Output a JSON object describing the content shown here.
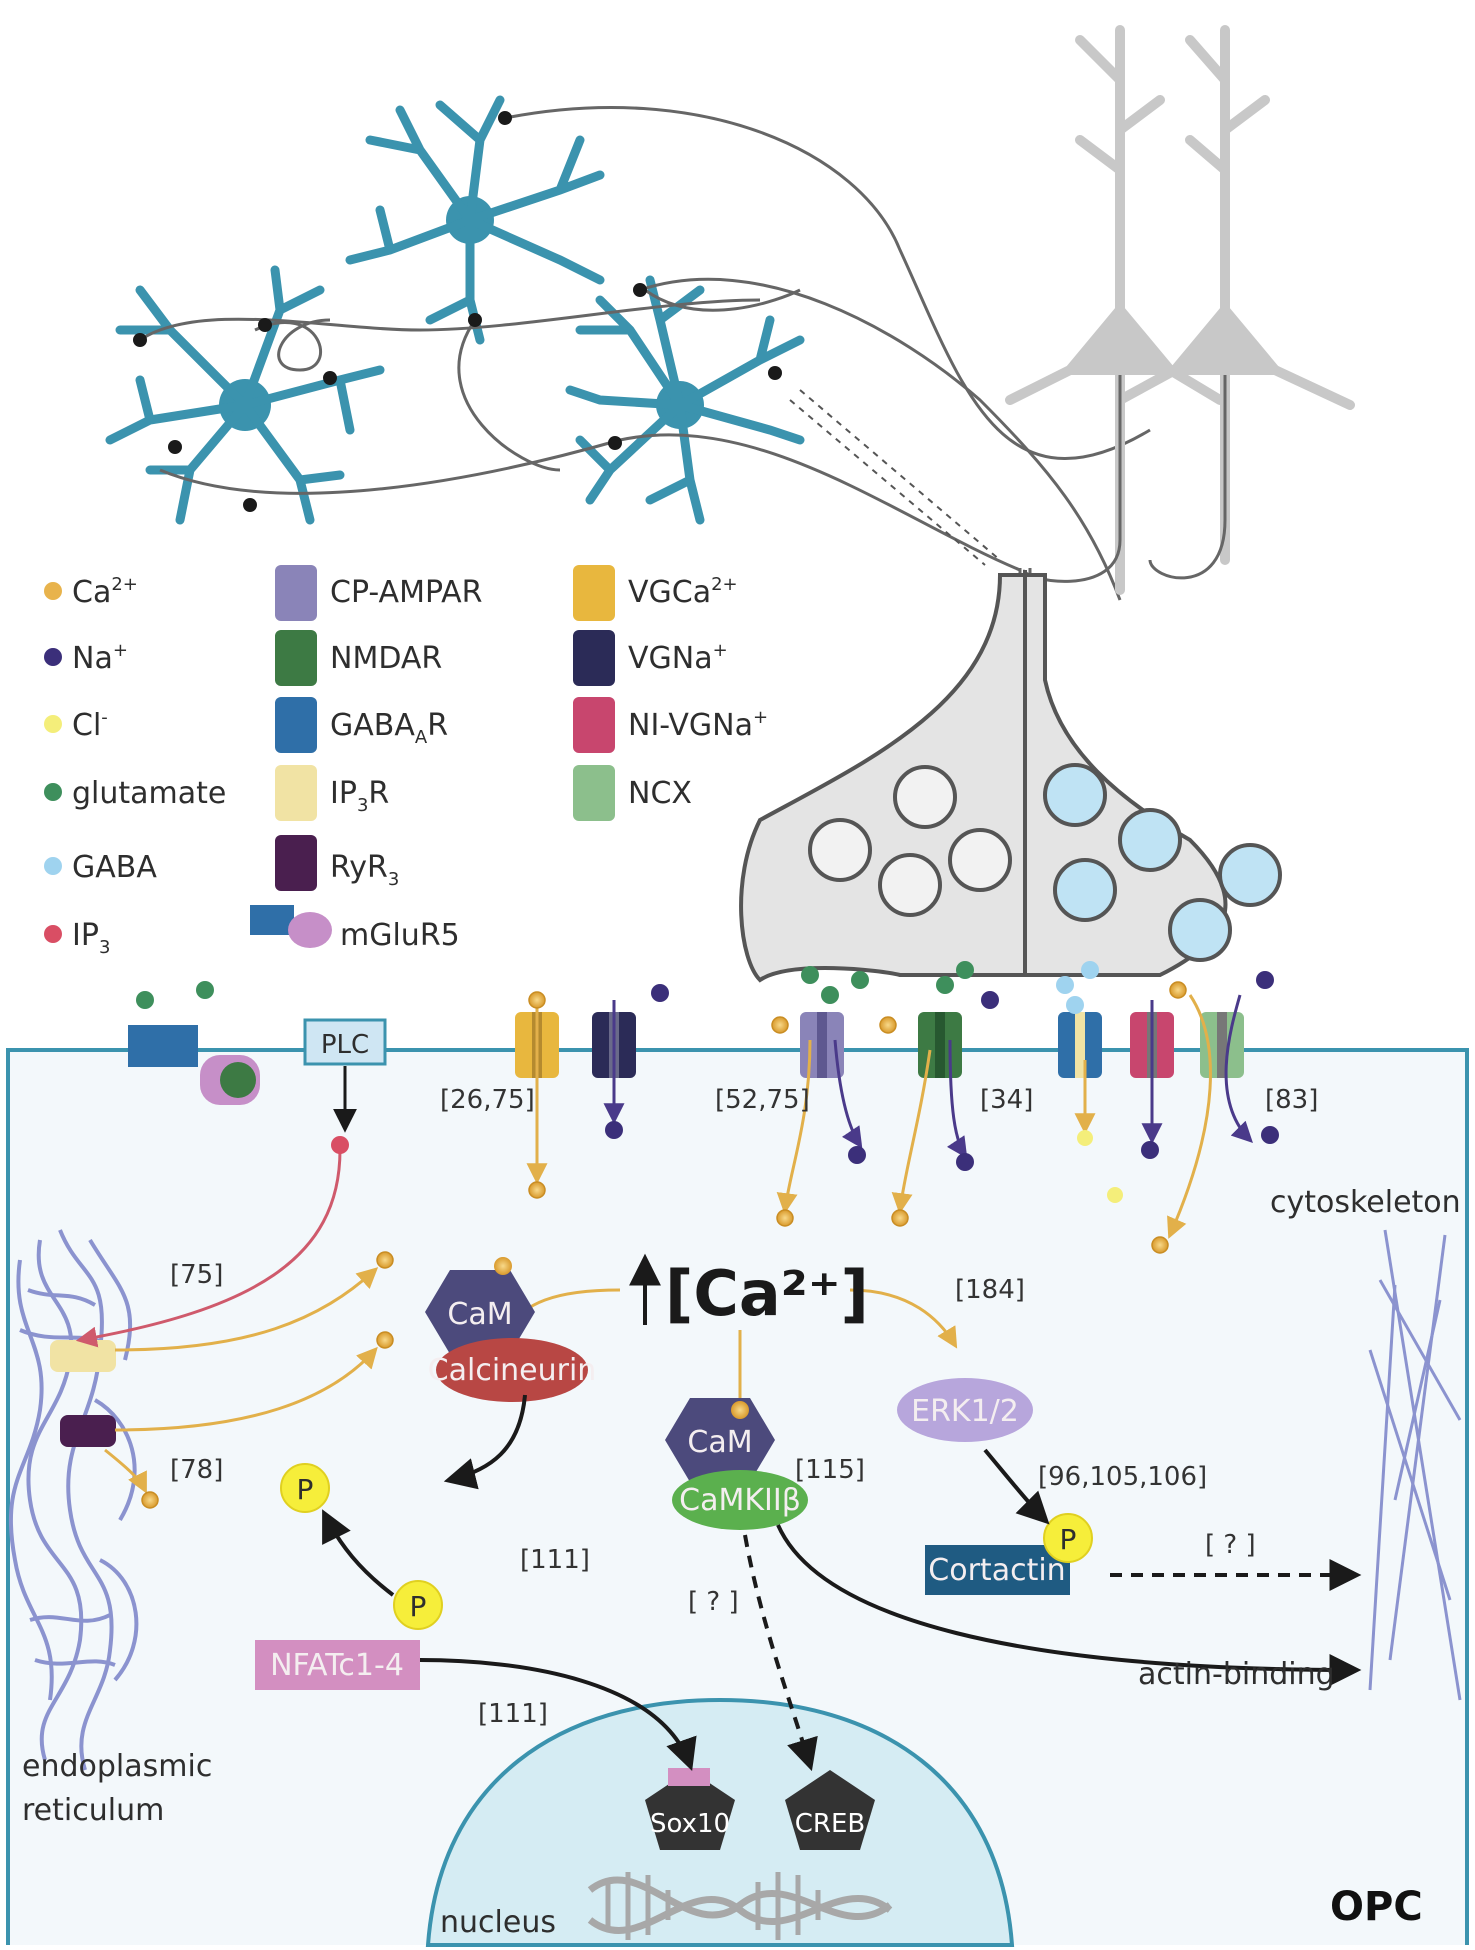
{
  "legend": {
    "ions": [
      {
        "label": "Ca",
        "sup": "2+",
        "color": "#e8b34c"
      },
      {
        "label": "Na",
        "sup": "+",
        "color": "#3b2f7a"
      },
      {
        "label": "Cl",
        "sup": "-",
        "color": "#f4ee7a"
      },
      {
        "label": "glutamate",
        "sup": "",
        "color": "#3e8f5c"
      },
      {
        "label": "GABA",
        "sup": "",
        "color": "#9fd3ef"
      },
      {
        "label": "IP",
        "sub": "3",
        "color": "#d94e64"
      }
    ],
    "receptors": [
      {
        "label": "CP-AMPAR",
        "color": "#8a84b8"
      },
      {
        "label": "NMDAR",
        "color": "#3d7a44"
      },
      {
        "label": "GABA",
        "sub": "A",
        "tail": "R",
        "color": "#2f6fa8"
      },
      {
        "label": "IP",
        "sub": "3",
        "tail": "R",
        "color": "#f1e3a4"
      },
      {
        "label": "RyR",
        "sub": "3",
        "tail": "",
        "color": "#4a1f4f"
      },
      {
        "label": "mGluR5",
        "color": "#2f6fa8"
      }
    ],
    "channels": [
      {
        "label": "VGCa",
        "sup": "2+",
        "color": "#e8b73e"
      },
      {
        "label": "VGNa",
        "sup": "+",
        "color": "#2b2b57"
      },
      {
        "label": "NI-VGNa",
        "sup": "+",
        "color": "#c8466e"
      },
      {
        "label": "NCX",
        "sup": "",
        "color": "#8cbf8c"
      }
    ]
  },
  "labels": {
    "plc": "PLC",
    "calcium_main": "[Ca²⁺]",
    "cam1": "CaM",
    "calcineurin": "Calcineurin",
    "cam2": "CaM",
    "camkii": "CaMKIIβ",
    "erk": "ERK1/2",
    "cortactin": "Cortactin",
    "nfat": "NFATc1-4",
    "phospho": "P",
    "sox10": "Sox10",
    "creb": "CREB",
    "nucleus": "nucleus",
    "er_line1": "endoplasmic",
    "er_line2": "reticulum",
    "cytoskeleton": "cytoskeleton",
    "actin": "actin-binding",
    "cell": "OPC",
    "unknown": "[ ? ]"
  },
  "refs": {
    "r26_75": "[26,75]",
    "r52_75": "[52,75]",
    "r34": "[34]",
    "r83": "[83]",
    "r75": "[75]",
    "r78": "[78]",
    "r184": "[184]",
    "r111a": "[111]",
    "r111b": "[111]",
    "r115": "[115]",
    "r96": "[96,105,106]"
  },
  "colors": {
    "oligo": "#3b93ae",
    "neuron": "#c8c8c8",
    "membrane": "#3b93ae",
    "ca_arrow": "#e2b04a",
    "ip3_arrow": "#cf5a6c",
    "na_arrow": "#4a3a8a"
  }
}
